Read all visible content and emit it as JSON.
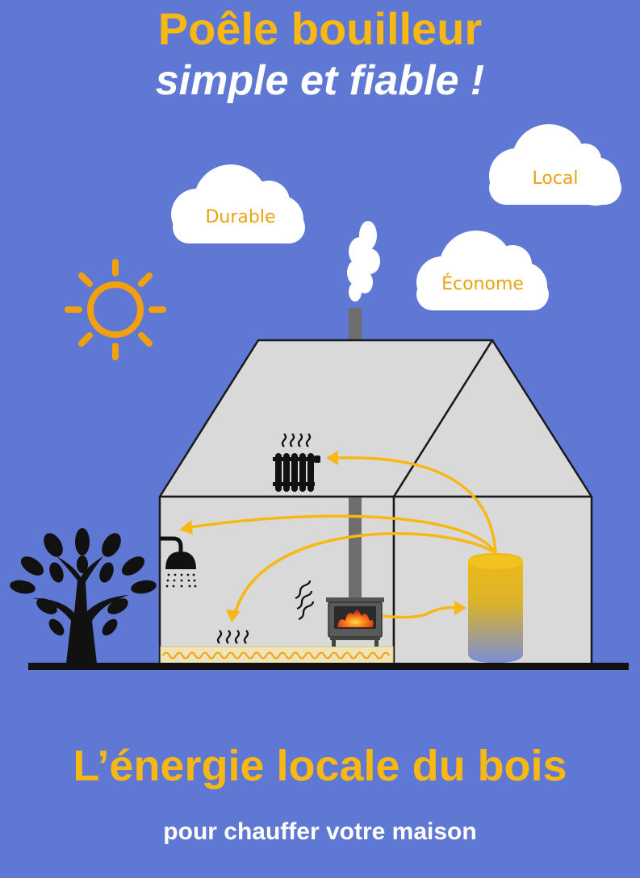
{
  "title": "Poêle bouilleur",
  "subtitle": "simple et fiable !",
  "headline": "L’énergie locale du bois",
  "tagline": "pour chauffer votre maison",
  "clouds": {
    "durable": "Durable",
    "local": "Local",
    "econome": "Économe"
  },
  "colors": {
    "background": "#5f78d3",
    "accent": "#f7b814",
    "title_text": "#f7b814",
    "subtitle_text": "#ffffff",
    "cloud_text": "#e8a412",
    "house_fill": "#d9d9d9",
    "tank_top": "#f0b815",
    "tank_bottom": "#7b8dd4"
  },
  "icons": {
    "sun": "sun-icon",
    "smoke": "smoke-icon",
    "radiator": "radiator-icon",
    "shower": "shower-icon",
    "stove": "wood-stove-icon",
    "tree": "tree-icon",
    "tank": "hot-water-tank-icon",
    "floor_heating": "floor-heating-icon"
  }
}
